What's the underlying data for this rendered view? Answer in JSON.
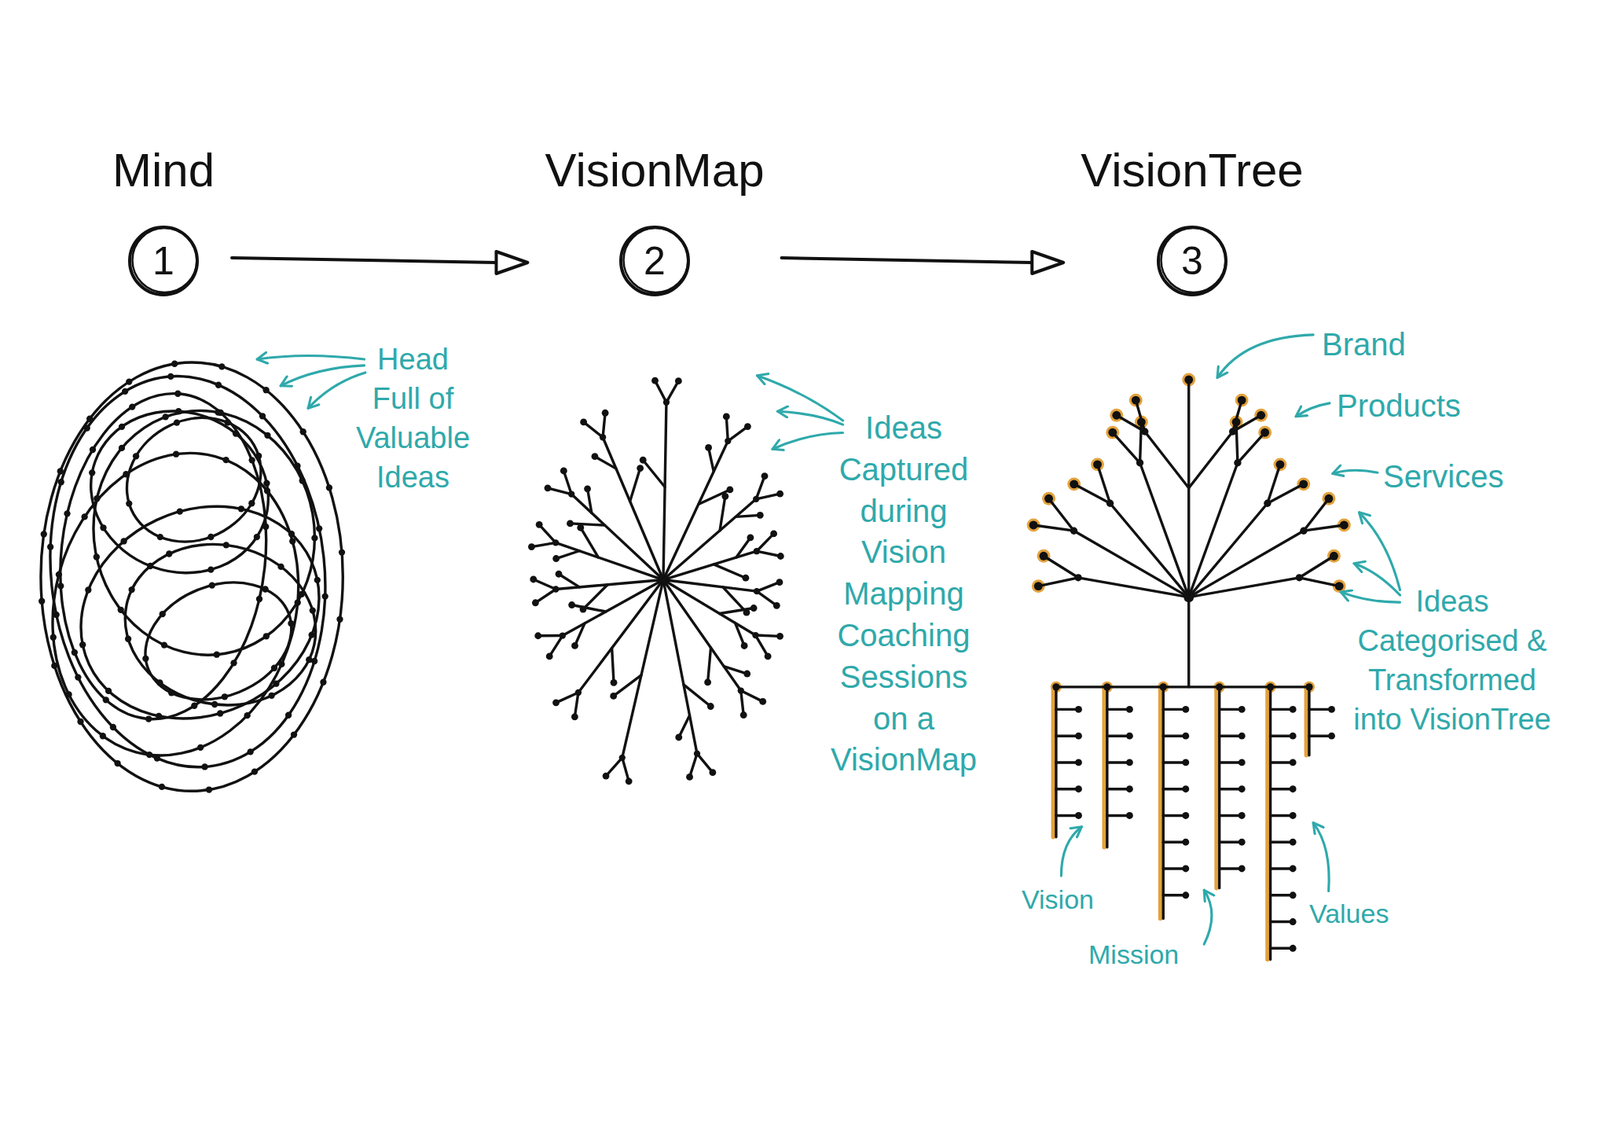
{
  "diagram": {
    "nodes": [
      {
        "text": [
          "Mind",
          "1"
        ]
      },
      {
        "text": [
          "VisionMap",
          "2"
        ]
      },
      {
        "text": [
          "VisionTree",
          "3"
        ]
      }
    ],
    "edges": [
      {
        "from": 0,
        "to": 1,
        "arrow": "to"
      },
      {
        "from": 1,
        "to": 2,
        "arrow": "to"
      }
    ],
    "labels": [
      "Head Full of Valuable Ideas",
      "Ideas Captured during Vision Mapping Coaching Sessions on a VisionMap",
      "Brand",
      "Products",
      "Services",
      "Ideas Categorised & Transformed into VisionTree",
      "Vision",
      "Mission",
      "Values"
    ]
  }
}
